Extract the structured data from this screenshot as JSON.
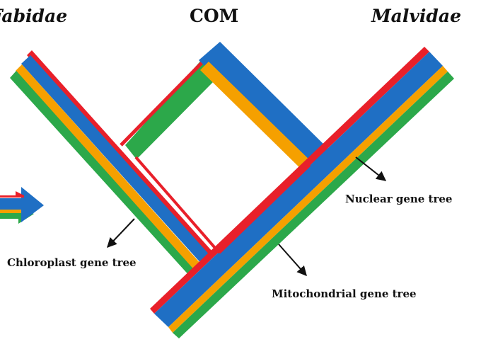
{
  "labels": {
    "left_clade": "Fabidae",
    "center_clade": "COM",
    "right_clade": "Malvidae",
    "nuclear": "Nuclear gene tree",
    "chloroplast": "Chloroplast gene tree",
    "mitochondrial": "Mitochondrial  gene tree"
  },
  "colors": {
    "red": "#e8202a",
    "orange": "#f5a000",
    "blue": "#1f6fc4",
    "green": "#2ca84a",
    "background": "#ffffff",
    "text": "#111111"
  }
}
